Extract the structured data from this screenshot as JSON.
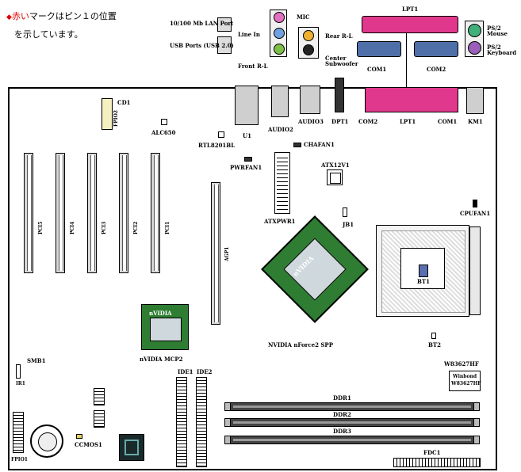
{
  "note": {
    "bullet": "◆",
    "line1_red": "赤い",
    "line1_rest": "マークはピン１の位置",
    "line2": "を示しています。"
  },
  "labels": {
    "lan_port": "10/100 Mb LAN Port",
    "usb_ports": "USB Ports (USB 2.0)",
    "line_in": "Line In",
    "mic": "MIC",
    "front_rl": "Front R-L",
    "rear_rl": "Rear R-L",
    "center_sub": "Center Subwoofer",
    "lpt1_top": "LPT1",
    "com1_top": "COM1",
    "com2_top": "COM2",
    "ps2_mouse": "PS/2 Mouse",
    "ps2_keyboard": "PS/2 Keyboard",
    "u1": "U1",
    "audio2": "AUDIO2",
    "audio3": "AUDIO3",
    "dpt1": "DPT1",
    "com2": "COM2",
    "lpt1": "LPT1",
    "com1": "COM1",
    "km1": "KM1",
    "cd1": "CD1",
    "fpio2": "FPIO2",
    "alc650": "ALC650",
    "rtl8201bl": "RTL8201BL",
    "chafan1": "CHAFAN1",
    "pwrfan1": "PWRFAN1",
    "atx12v1": "ATX12V1",
    "atxpwr1": "ATXPWR1",
    "cpufan1": "CPUFAN1",
    "jb1": "JB1",
    "bt1": "BT1",
    "bt2": "BT2",
    "agp1": "AGP1",
    "pci1": "PCI1",
    "pci2": "PCI2",
    "pci3": "PCI3",
    "pci4": "PCI4",
    "pci5": "PCI5",
    "nforce_spp": "NVIDIA nForce2 SPP",
    "nforce_mcp2": "nVIDIA MCP2",
    "chip_mark": "nVIDIA",
    "smb1": "SMB1",
    "ir1": "IR1",
    "ide1": "IDE1",
    "ide2": "IDE2",
    "ddr1": "DDR1",
    "ddr2": "DDR2",
    "ddr3": "DDR3",
    "w83627hf": "W83627HF",
    "winbond": "Winbond",
    "winbond_part": "W83627HF",
    "fdc1": "FDC1",
    "ccmos1": "CCMOS1",
    "fpio1": "FPIO1"
  },
  "colors": {
    "pin1": "#e00000",
    "chip_green": "#2e7d32",
    "lpt_pink": "#e0388c",
    "com_blue": "#4f6fa8",
    "ps2_green": "#3fb07a",
    "ps2_purple": "#9a5fb8"
  }
}
